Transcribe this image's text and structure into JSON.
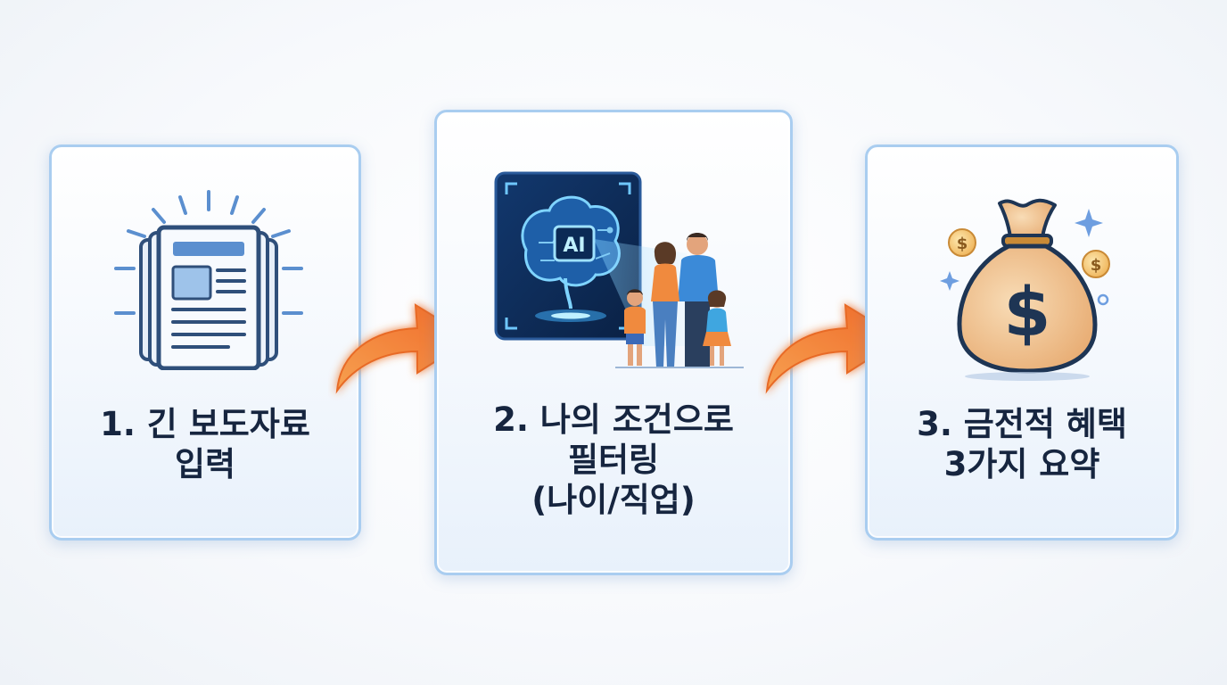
{
  "steps": [
    {
      "label": "1. 긴 보도자료\n입력",
      "icon": "newspaper-icon"
    },
    {
      "label": "2. 나의 조건으로\n필터링\n(나이/직업)",
      "icon": "ai-brain-family-icon",
      "badge": "AI"
    },
    {
      "label": "3. 금전적 혜택\n3가지 요약",
      "icon": "money-bag-icon",
      "symbol": "$"
    }
  ],
  "colors": {
    "card_border": "#a9cdf0",
    "label_text": "#16253f",
    "arrow": "#f5813a",
    "ai_panel": "#0f2c56",
    "money_bag": "#f2c79a"
  }
}
